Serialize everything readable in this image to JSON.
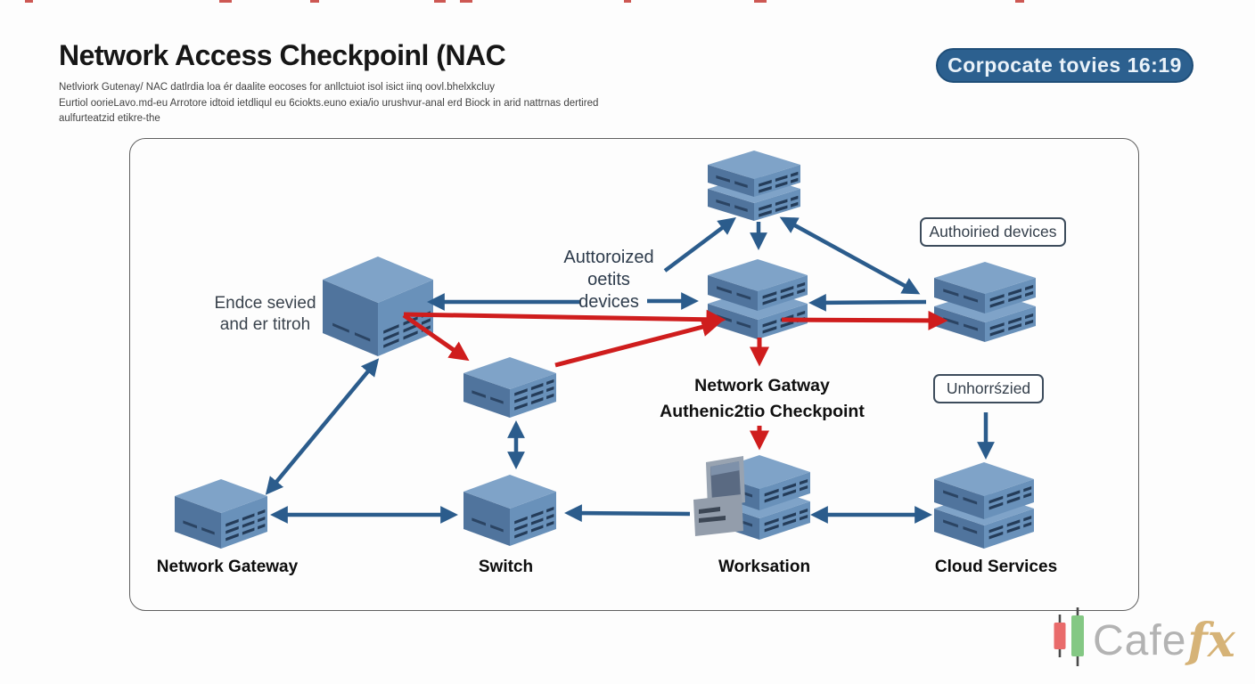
{
  "header": {
    "title": "Network Access Checkpoinl (NAC",
    "subtitle_lines": [
      "Netlviork Gutenay/ NAC datlrdia loa ér daalite eocoses for anllctuiot isol isict iinq oovl.bhelxkcluy",
      "Eurtiol oorieLavo.md-eu Arrotore idtoid ietdliqul eu 6ciokts.euno exia/io urushvur-anal erd Biock in arid nattrnas dertired",
      "aulfurteatzid etikre-the"
    ],
    "badge_label": "Corpocate tovies 16:19"
  },
  "diagram": {
    "labels": {
      "authorized_center": [
        "Auttoroized",
        "oetits",
        "devices"
      ],
      "edge_server": [
        "Endce sevied",
        "and er titroh"
      ],
      "checkpoint": [
        "Network Gatway",
        "Authenic2tio Checkpoint"
      ],
      "authorized_box": "Authoiried devices",
      "unauthorized_box": "Unhorrśzied"
    },
    "nodes": [
      {
        "id": "network-gateway",
        "label": "Network Gateway"
      },
      {
        "id": "switch",
        "label": "Switch"
      },
      {
        "id": "workstation",
        "label": "Worksation"
      },
      {
        "id": "cloud-services",
        "label": "Cloud Services"
      }
    ],
    "colors": {
      "arrow_blue": "#2b5c8c",
      "arrow_red": "#cf1d1d",
      "node_top": "#7fa3c8",
      "node_left": "#50749d",
      "node_right": "#6991ba",
      "node_slot": "#243c59",
      "badge_bg": "#2c608f"
    }
  },
  "watermark": {
    "text_main": "Cafe",
    "text_accent": "fx"
  }
}
